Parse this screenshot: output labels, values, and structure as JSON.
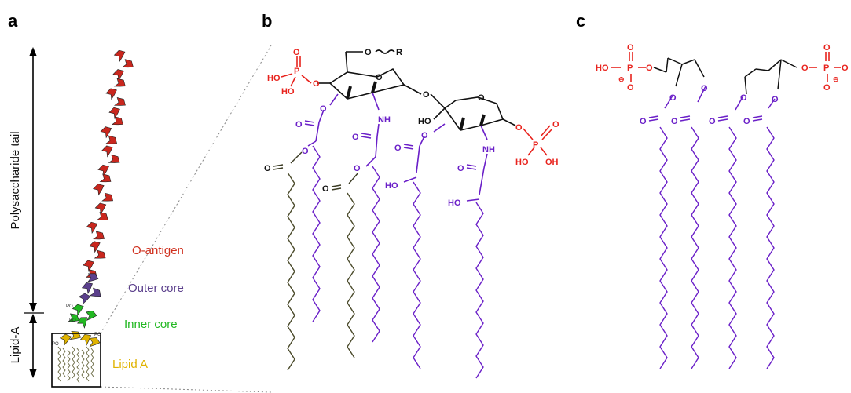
{
  "panels": {
    "a": "a",
    "b": "b",
    "c": "c"
  },
  "panel_a": {
    "axis_top_label": "Polysaccharide tail",
    "axis_bottom_label": "Lipid-A",
    "regions": {
      "o_antigen": "O-antigen",
      "outer_core": "Outer core",
      "inner_core": "Inner core",
      "lipid_a": "Lipid A"
    },
    "colors": {
      "o_antigen": "#c9271e",
      "outer_core": "#5b3f8c",
      "inner_core": "#22b822",
      "lipid_a": "#e0b300",
      "lipid_tails": "#6b6b45"
    }
  },
  "panel_b": {
    "atoms": {
      "o_r": "O",
      "r": "R",
      "ho1": "HO",
      "ho2": "HO",
      "p1": "P",
      "o_top": "O",
      "o_link": "O",
      "o_glyc": "O",
      "nh1": "NH",
      "nh2": "NH",
      "ho_ring2": "HO",
      "o_c3": "O",
      "o_ring2": "O",
      "o_phos2": "O",
      "p2": "P",
      "o_p2a": "O",
      "ho_p2": "HO",
      "oh_p2": "OH",
      "o_carb1": "O",
      "o_carb2": "O",
      "o_carb3": "O",
      "o_carb4": "O",
      "o_ester1": "O",
      "o_ester2": "O",
      "o_ester3": "O",
      "o_ester_sec1": "O",
      "o_ester_sec2": "O",
      "o_sec1": "O",
      "o_sec2": "O",
      "ho_chain1": "HO",
      "ho_chain2": "HO"
    },
    "colors": {
      "phosphate": "#e8231d",
      "acyl": "#6a1fc8",
      "sugar": "#111111",
      "secondary": "#4a4a2a"
    }
  },
  "panel_c": {
    "atoms": {
      "ho_l": "HO",
      "p_l": "P",
      "o_l_top": "O",
      "o_l_bot": "O",
      "minus_l": "⊖",
      "o_l_link": "O",
      "o_r_link": "O",
      "p_r": "P",
      "o_r_top": "O",
      "o_r_bot": "O",
      "o_r_end": "O",
      "minus_r": "⊖",
      "o_e1": "O",
      "o_e2": "O",
      "o_e3": "O",
      "o_e4": "O",
      "o_c1": "O",
      "o_c2": "O",
      "o_c3": "O",
      "o_c4": "O"
    },
    "colors": {
      "phosphate": "#e8231d",
      "acyl": "#6a1fc8",
      "glycerol": "#111111"
    }
  }
}
